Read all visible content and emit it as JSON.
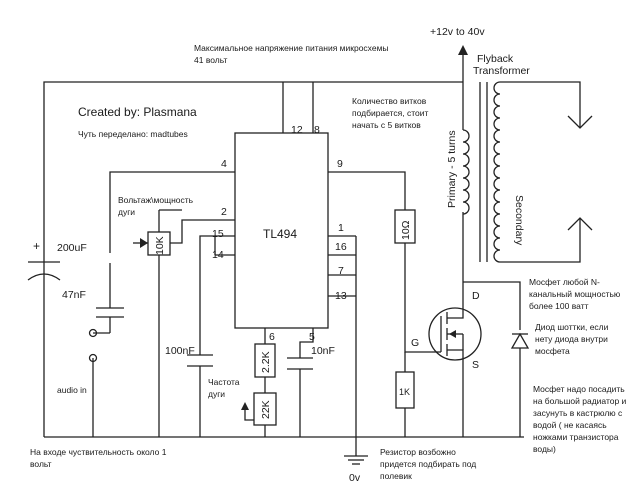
{
  "header": {
    "max_voltage_note_line1": "Максимальное напряжение питания микросхемы",
    "max_voltage_note_line2": "41 вольт",
    "credit": "Created by: Plasmana",
    "remake": "Чуть переделано: madtubes"
  },
  "supply": {
    "top_label": "+12v to 40v",
    "ground_label": "0v"
  },
  "transformer": {
    "title_line1": "Flyback",
    "title_line2": "Transformer",
    "primary_label": "Primary - 5 turns",
    "secondary_label": "Secondary",
    "turns_note_line1": "Количество витков",
    "turns_note_line2": "подбирается, стоит",
    "turns_note_line3": "начать с 5 витков"
  },
  "ic": {
    "name": "TL494",
    "pins": [
      "12",
      "8",
      "4",
      "9",
      "2",
      "15",
      "14",
      "1",
      "16",
      "7",
      "13",
      "6",
      "5"
    ]
  },
  "components": {
    "cap_main": "200uF",
    "cap_main_polarity": "+",
    "cap_input": "47nF",
    "pot_voltage": "10K",
    "cap_100n": "100nF",
    "res_2k2": "2.2K",
    "pot_22k": "22K",
    "cap_10n": "10nF",
    "res_gate": "10Ω",
    "res_1k": "1K",
    "mos_d": "D",
    "mos_g": "G",
    "mos_s": "S"
  },
  "notes": {
    "power_pot_line1": "Вольтаж\\мощность",
    "power_pot_line2": "дуги",
    "audio_in": "audio in",
    "freq_line1": "Частота",
    "freq_line2": "дуги",
    "input_sens_line1": "На входе чуствительность около 1",
    "input_sens_line2": "вольт",
    "resistor_line1": "Резистор возбожно",
    "resistor_line2": "придется подбирать под",
    "resistor_line3": "полевик",
    "mosfet_line1": "Мосфет любой N-",
    "mosfet_line2": "канальный мощностью",
    "mosfet_line3": "более 100 ватт",
    "diode_line1": "Диод шоттки, если",
    "diode_line2": "нету диода внутри",
    "diode_line3": "мосфета",
    "heatsink_line1": "Мосфет надо посадить",
    "heatsink_line2": "на большой радиатор и",
    "heatsink_line3": "засунуть в кастрюлю с",
    "heatsink_line4": "водой ( не касаясь",
    "heatsink_line5": "ножками транзистора",
    "heatsink_line6": "воды)"
  }
}
